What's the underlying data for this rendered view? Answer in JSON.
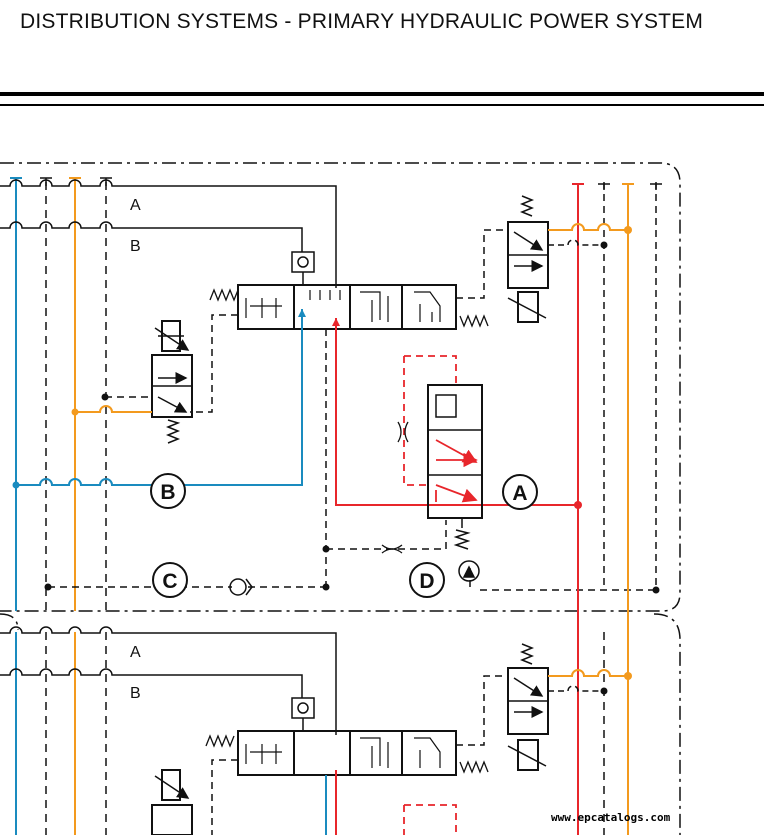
{
  "header": {
    "title": "DISTRIBUTION SYSTEMS - PRIMARY HYDRAULIC POWER SYSTEM"
  },
  "diagram": {
    "line_labels": {
      "a": "A",
      "b": "B"
    },
    "callouts": {
      "a": "A",
      "b": "B",
      "c": "C",
      "d": "D"
    },
    "colors": {
      "blue": "#1a8bbf",
      "orange": "#f39a1e",
      "red": "#e8262b",
      "black": "#111111"
    }
  },
  "footer": {
    "watermark": "www.epcatalogs.com"
  }
}
